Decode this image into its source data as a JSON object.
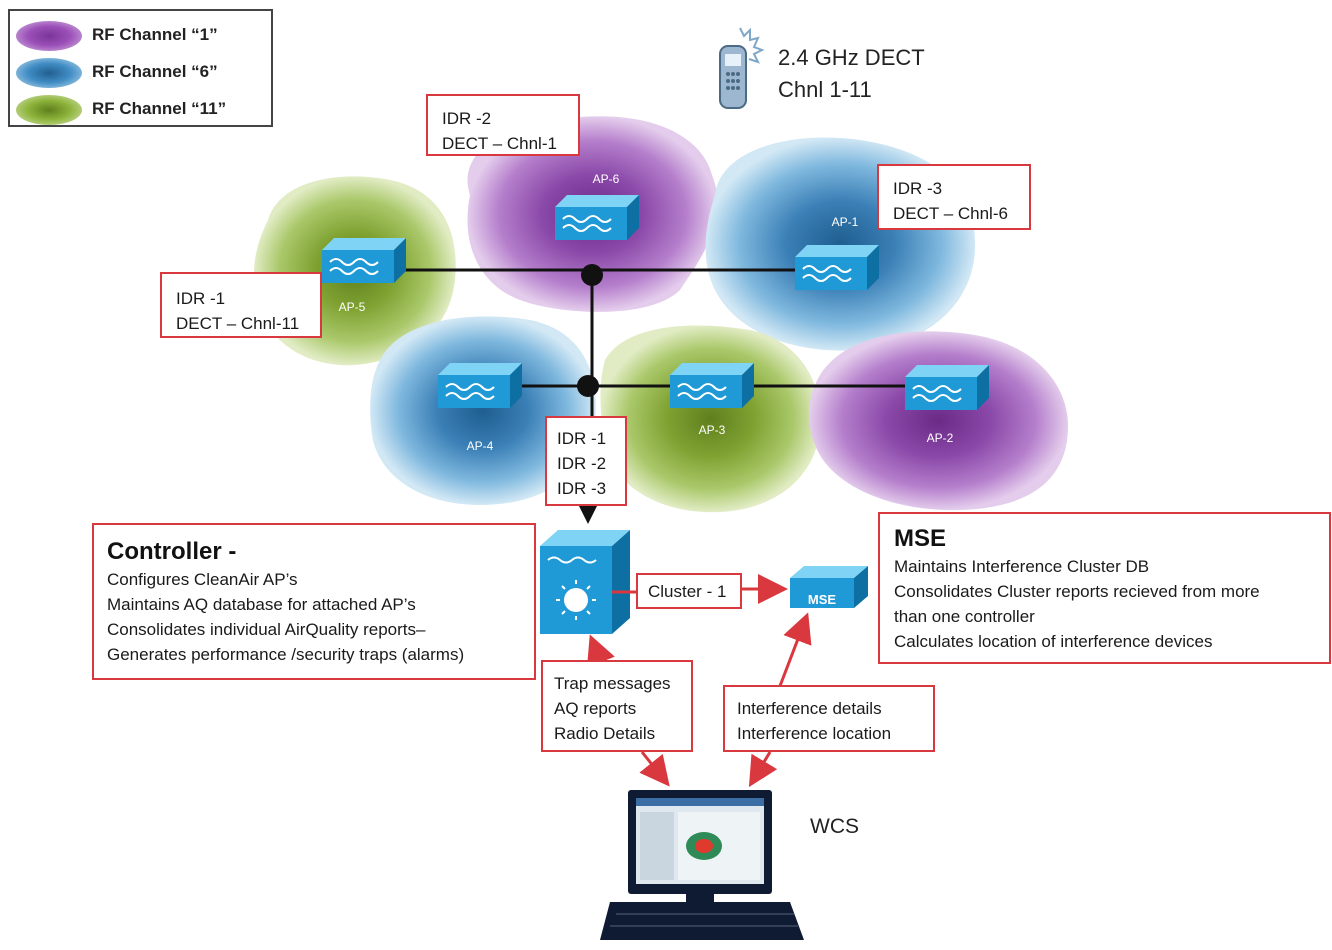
{
  "legend": {
    "items": [
      {
        "label": "RF Channel “1”",
        "color": "#9b4fb8"
      },
      {
        "label": "RF Channel “6”",
        "color": "#3f8cc4"
      },
      {
        "label": "RF Channel “11”",
        "color": "#8db33a"
      }
    ]
  },
  "dect": {
    "line1": "2.4 GHz DECT",
    "line2": "Chnl  1-11"
  },
  "idr_boxes": {
    "idr2": {
      "line1": "IDR -2",
      "line2": "DECT – Chnl-1"
    },
    "idr3": {
      "line1": "IDR -3",
      "line2": "DECT – Chnl-6"
    },
    "idr1": {
      "line1": "IDR -1",
      "line2": "DECT – Chnl-11"
    },
    "summary": {
      "line1": "IDR -1",
      "line2": "IDR -2",
      "line3": "IDR -3"
    }
  },
  "access_points": {
    "ap6": "AP-6",
    "ap1": "AP-1",
    "ap5": "AP-5",
    "ap4": "AP-4",
    "ap3": "AP-3",
    "ap2": "AP-2"
  },
  "controller": {
    "title": "Controller -",
    "lines": [
      "Configures CleanAir AP’s",
      "Maintains AQ database for attached AP’s",
      "Consolidates individual AirQuality reports–",
      "Generates performance /security traps (alarms)"
    ]
  },
  "cluster": {
    "label": "Cluster - 1"
  },
  "mse_device": {
    "label": "MSE"
  },
  "mse": {
    "title": "MSE",
    "lines": [
      "Maintains Interference Cluster DB",
      "Consolidates Cluster reports recieved from more",
      "than one controller",
      "Calculates location of interference devices"
    ]
  },
  "trap": {
    "lines": [
      "Trap messages",
      "AQ reports",
      "Radio Details"
    ]
  },
  "interference": {
    "lines": [
      "Interference details",
      "Interference location"
    ]
  },
  "wcs": {
    "label": "WCS"
  },
  "colors": {
    "accent_red": "#d9383f",
    "ap_blue": "#1f9ad6",
    "purple": "#9b4fb8",
    "blue": "#3f8cc4",
    "green": "#8db33a"
  }
}
